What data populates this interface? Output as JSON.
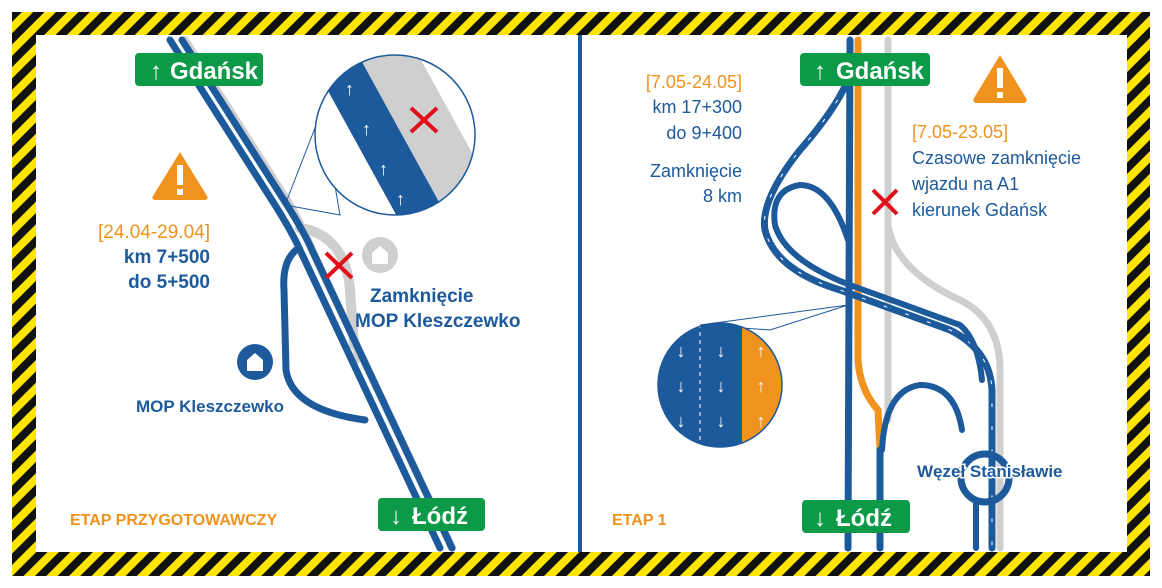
{
  "colors": {
    "blue": "#1d5a9c",
    "orange": "#f0921e",
    "green": "#0d9a48",
    "gray": "#cfcfcf",
    "red": "#e2101b",
    "hazard_yellow": "#ffe600",
    "hazard_black": "#111111"
  },
  "left_panel": {
    "stage_label": "ETAP PRZYGOTOWAWCZY",
    "sign_north": {
      "arrow": "↑",
      "label": "Gdańsk"
    },
    "sign_south": {
      "arrow": "↓",
      "label": "Łódź"
    },
    "warning": {
      "icon": "warning-triangle-icon",
      "dates": "[24.04-29.04]",
      "line1": "km 7+500",
      "line2": "do 5+500"
    },
    "closure": {
      "line1": "Zamknięcie",
      "line2": "MOP Kleszczewko"
    },
    "mop_label": "MOP Kleszczewko"
  },
  "right_panel": {
    "stage_label": "ETAP 1",
    "sign_north": {
      "arrow": "↑",
      "label": "Gdańsk"
    },
    "sign_south": {
      "arrow": "↓",
      "label": "Łódź"
    },
    "info_left": {
      "dates": "[7.05-24.05]",
      "line1": "km 17+300",
      "line2": "do 9+400",
      "line3": "Zamknięcie",
      "line4": "8 km"
    },
    "warning": {
      "icon": "warning-triangle-icon",
      "dates": "[7.05-23.05]",
      "line1": "Czasowe zamknięcie",
      "line2": "wjazdu na A1",
      "line3": "kierunek Gdańsk"
    },
    "junction_label": "Węzeł Stanisławie"
  }
}
